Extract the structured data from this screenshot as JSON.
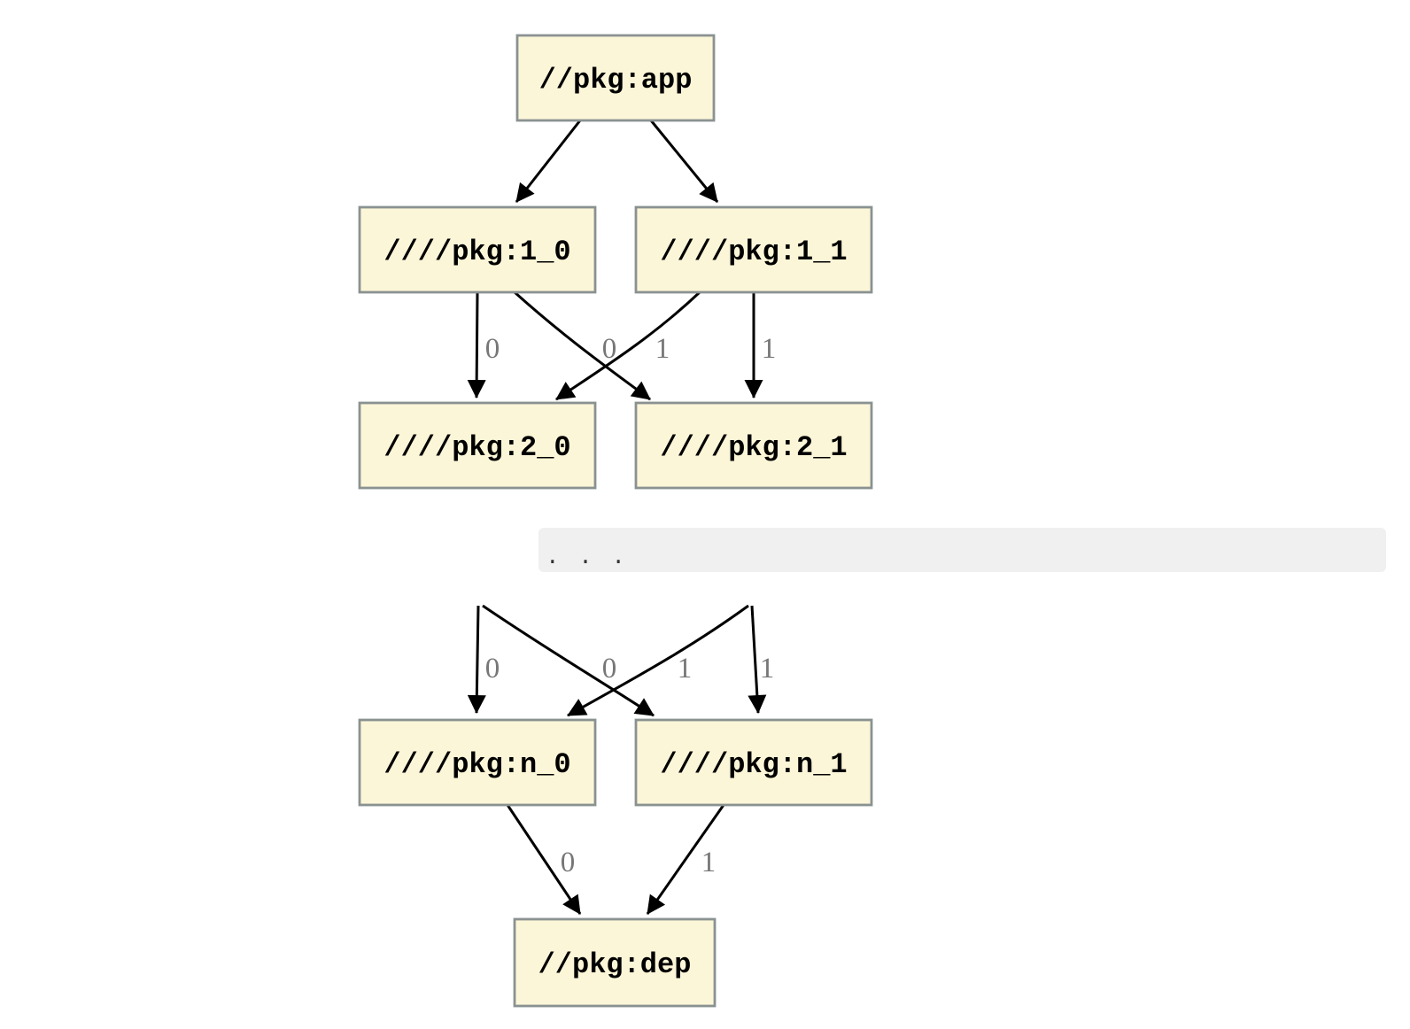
{
  "diagram": {
    "colors": {
      "background": "#ffffff",
      "node_fill": "#FCF6D8",
      "node_border": "#8A9291",
      "edge": "#000000",
      "edge_label": "#777777",
      "band_bg": "#F0F0F0",
      "band_text": "#333333",
      "node_text": "#000000"
    },
    "nodes": {
      "app": "//pkg:app",
      "level1_0": "////pkg:1_0",
      "level1_1": "////pkg:1_1",
      "level2_0": "////pkg:2_0",
      "level2_1": "////pkg:2_1",
      "leveln_0": "////pkg:n_0",
      "leveln_1": "////pkg:n_1",
      "dep": "//pkg:dep"
    },
    "ellipsis": ". . .",
    "edge_labels": {
      "level1_to_level2": [
        "0",
        "0",
        "1",
        "1"
      ],
      "hidden_to_leveln": [
        "0",
        "0",
        "1",
        "1"
      ],
      "leveln_to_dep": [
        "0",
        "1"
      ]
    }
  }
}
